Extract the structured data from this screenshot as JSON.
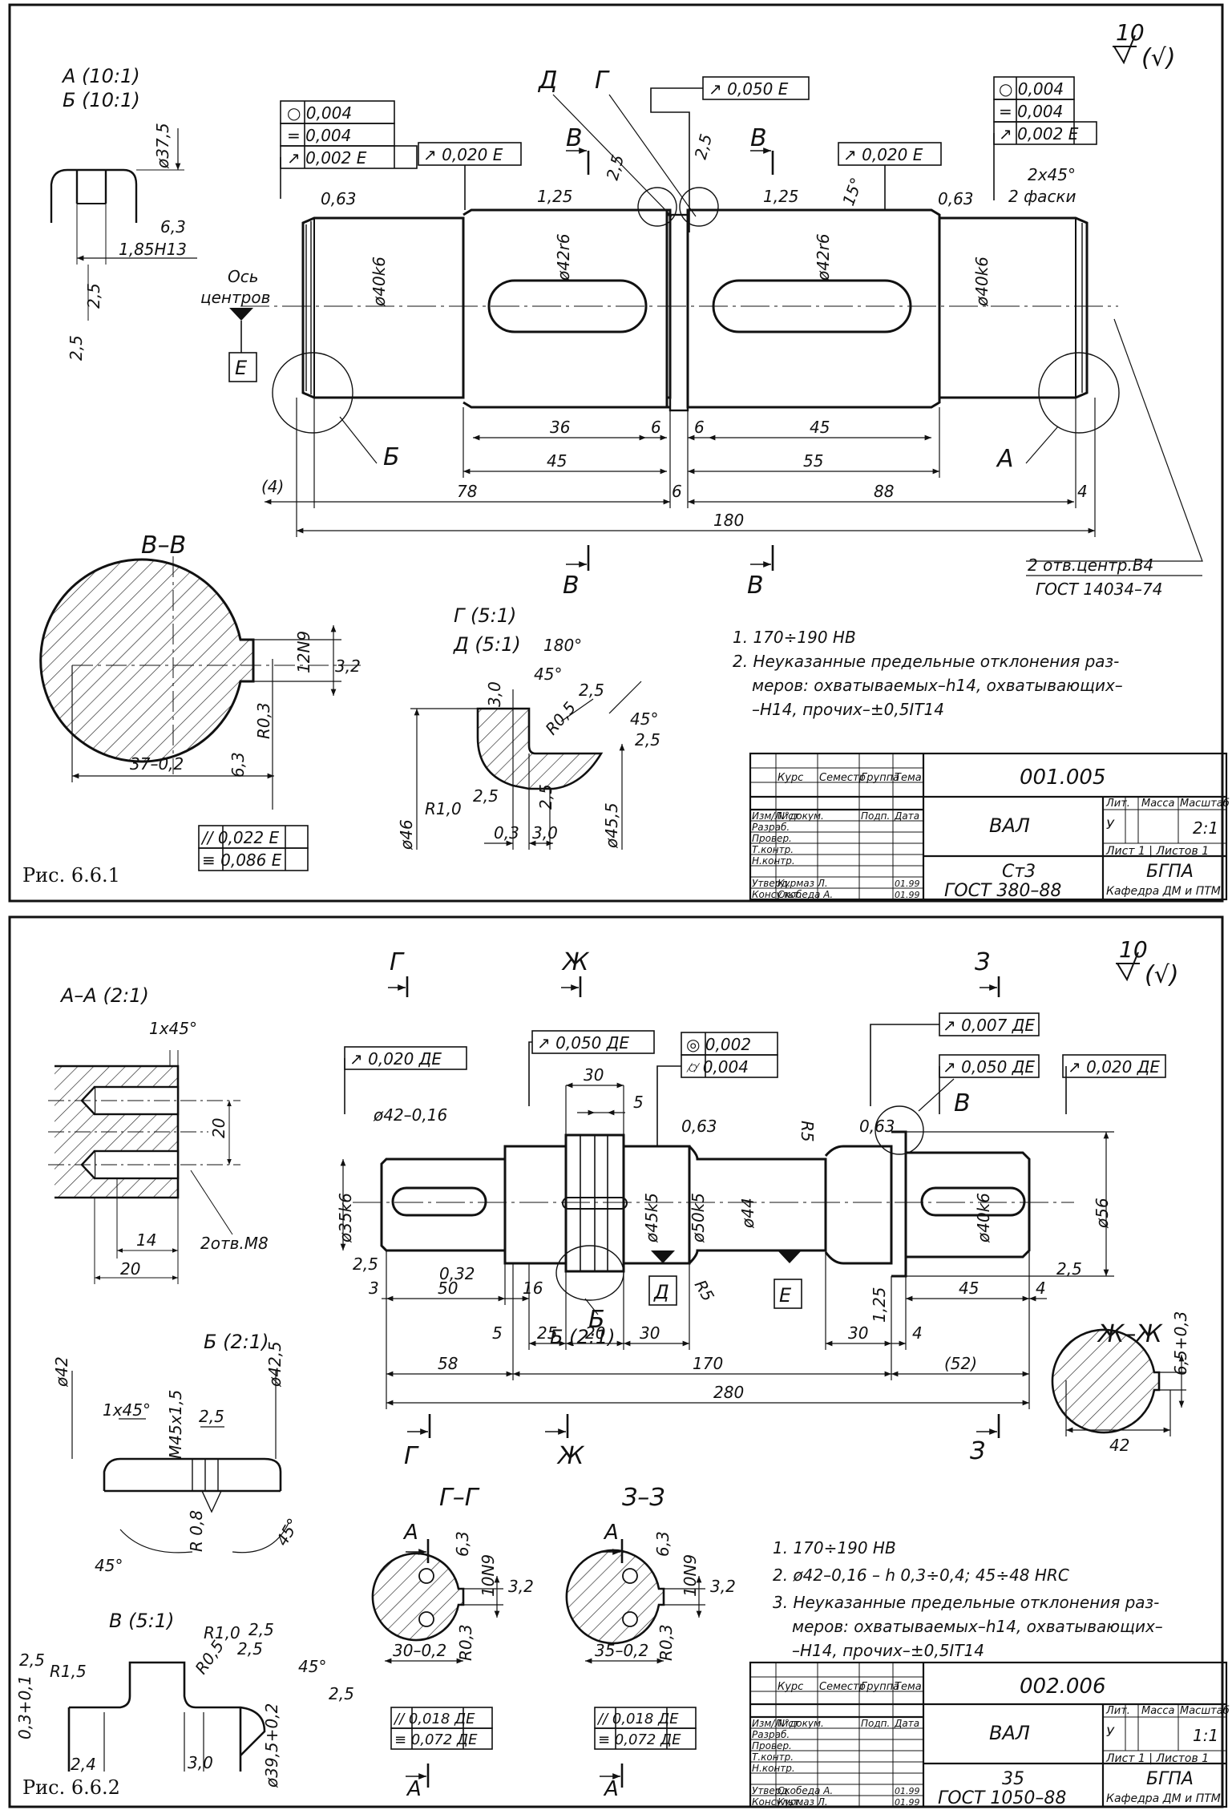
{
  "sheet1": {
    "fig_label": "Рис. 6.6.1",
    "roughness": "10",
    "roughness_suffix": "(√)",
    "detail_a": "А (10:1)",
    "detail_b": "Б (10:1)",
    "section_label": "В–В",
    "detail_g": "Г (5:1)",
    "detail_d": "Д (5:1)",
    "detail_d_rot": "180°",
    "cut_v": "В",
    "cut_d": "Д",
    "cut_g": "Г",
    "datum_e": "Е",
    "axis_label_1": "Ось",
    "axis_label_2": "центров",
    "tol_left": [
      "○ 0,004",
      "= 0,004",
      "↗ 0,002 Е"
    ],
    "tol_right": [
      "○ 0,004",
      "= 0,004",
      "↗ 0,002 Е"
    ],
    "tol_runout_l": "↗ 0,020 Е",
    "tol_runout_r": "↗ 0,020 Е",
    "tol_runout_top": "↗ 0,050 Е",
    "tol_section": [
      "// 0,022 Е",
      "≡ 0,086 Е"
    ],
    "diameters": [
      "ø40k6",
      "ø42r6",
      "ø42r6",
      "ø40k6"
    ],
    "rough_marks": [
      "0,63",
      "1,25",
      "1,25",
      "0,63"
    ],
    "chamfer": [
      "2x45°",
      "2 фаски"
    ],
    "angle_15": "15°",
    "dims": {
      "d36": "36",
      "d6a": "6",
      "d6b": "6",
      "d45a": "45",
      "d45b": "45",
      "d55": "55",
      "d4l": "(4)",
      "d78": "78",
      "d6c": "6",
      "d88": "88",
      "d4r": "4",
      "d180": "180"
    },
    "callout_a": "А",
    "callout_b": "Б",
    "center_holes": [
      "2 отв.центр.В4",
      "ГОСТ 14034–74"
    ],
    "det_a_dims": [
      "ø37,5",
      "6,3",
      "1,85Н13",
      "2,5",
      "2,5"
    ],
    "section_dims": [
      "12N9",
      "3,2",
      "R0,3",
      "6,3",
      "37–0,2"
    ],
    "det_g_dims": [
      "45°",
      "3,0",
      "R0,5",
      "2,5",
      "45°",
      "2,5",
      "R1,0",
      "2,5",
      "2,5",
      "ø46",
      "0,3",
      "3,0",
      "ø45,5"
    ],
    "notes": [
      "1. 170÷190 НВ",
      "2. Неуказанные предельные отклонения раз-",
      "меров: охватываемых–h14, охватывающих–",
      "–Н14, прочих–±0,5IT14"
    ],
    "title_block": {
      "header": [
        "Курс",
        "Семестр",
        "Группа",
        "Тема"
      ],
      "rows": [
        "Изм/Лист",
        "N°докум.",
        "Подп.",
        "Дата"
      ],
      "roles": [
        "Разраб.",
        "Провер.",
        "Т.контр.",
        "Н.контр.",
        "Утверд.",
        "Консульт."
      ],
      "people": [
        "Курмаз Л.",
        "Скобеда А."
      ],
      "dates": [
        "01.99",
        "01.99"
      ],
      "doc_no": "001.005",
      "name": "ВАЛ",
      "material_1": "Ст3",
      "material_2": "ГОСТ 380–88",
      "lit_head": [
        "Лит.",
        "Масса",
        "Масштаб"
      ],
      "letter": "У",
      "scale": "2:1",
      "sheets": "Лист 1 | Листов 1",
      "org_1": "БГПА",
      "org_2": "Кафедра ДМ и ПТМ"
    }
  },
  "sheet2": {
    "fig_label": "Рис. 6.6.2",
    "roughness": "10",
    "roughness_suffix": "(√)",
    "section_aa": "А–А (2:1)",
    "detail_b": "Б (2:1)",
    "detail_v": "В (5:1)",
    "section_gg": "Г–Г",
    "section_zz": "З–З",
    "section_jj": "Ж–Ж",
    "cut_g": "Г",
    "cut_j": "Ж",
    "cut_z": "З",
    "cut_a": "А",
    "callout_v": "В",
    "callout_b": "Б",
    "datum_d": "Д",
    "datum_e": "Е",
    "tol_runout_l": "↗ 0,020 ДЕ",
    "tol_runout_m": "↗ 0,050 ДЕ",
    "tol_coax": [
      "◎ 0,002",
      "⌭ 0,004"
    ],
    "tol_runout_top": "↗ 0,007 ДЕ",
    "tol_runout_r1": "↗ 0,050 ДЕ",
    "tol_runout_r2": "↗ 0,020 ДЕ",
    "tol_gg": [
      "// 0,018 ДЕ",
      "≡ 0,072 ДЕ"
    ],
    "tol_zz": [
      "// 0,018 ДЕ",
      "≡ 0,072 ДЕ"
    ],
    "diameters": [
      "ø35k6",
      "ø42–0,16",
      "ø45k5",
      "ø50k5",
      "ø44",
      "ø40k6",
      "ø56"
    ],
    "rough_marks": [
      "0,63",
      "0,63",
      "2,5",
      "0,32",
      "1,25",
      "2,5"
    ],
    "radii": [
      "R5",
      "R5"
    ],
    "dims": {
      "d30": "30",
      "d5": "5",
      "d3": "3",
      "d50": "50",
      "d16": "16",
      "d45": "45",
      "d4": "4",
      "d5b": "5",
      "d25": "25",
      "d20": "20",
      "d30b": "30",
      "d30c": "30",
      "d4b": "4",
      "d58": "58",
      "d170": "170",
      "d52": "(52)",
      "d280": "280"
    },
    "aa_dims": [
      "1x45°",
      "20",
      "14",
      "2отв.М8",
      "20"
    ],
    "b_dims": [
      "ø42",
      "1x45°",
      "М45x1,5",
      "2,5",
      "ø42,5",
      "45°",
      "R 0,8",
      "45°"
    ],
    "v_dims": [
      "2,5",
      "R1,5",
      "R1,0",
      "2,5",
      "R0,5",
      "2,5",
      "45°",
      "2,5",
      "0,3+0,1",
      "2,4",
      "3,0",
      "ø39,5+0,2"
    ],
    "jj_dims": [
      "6,5+0,3",
      "42"
    ],
    "gg_dims": [
      "6,3",
      "10N9",
      "3,2",
      "R0,3",
      "30–0,2"
    ],
    "zz_dims": [
      "6,3",
      "10N9",
      "3,2",
      "R0,3",
      "35–0,2"
    ],
    "notes": [
      "1. 170÷190 НВ",
      "2. ø42–0,16 – h 0,3÷0,4;  45÷48 HRC",
      "3. Неуказанные предельные отклонения раз-",
      "меров: охватываемых–h14, охватывающих–",
      "–Н14, прочих–±0,5IT14"
    ],
    "title_block": {
      "header": [
        "Курс",
        "Семестр",
        "Группа",
        "Тема"
      ],
      "rows": [
        "Изм/Лист",
        "N°докум.",
        "Подп.",
        "Дата"
      ],
      "roles": [
        "Разраб.",
        "Провер.",
        "Т.контр.",
        "Н.контр.",
        "Утверд.",
        "Консульт."
      ],
      "people": [
        "Скобеда А.",
        "Курмаз Л."
      ],
      "dates": [
        "01.99",
        "01.99"
      ],
      "doc_no": "002.006",
      "name": "ВАЛ",
      "material_1": "35",
      "material_2": "ГОСТ 1050–88",
      "lit_head": [
        "Лит.",
        "Масса",
        "Масштаб"
      ],
      "letter": "У",
      "scale": "1:1",
      "sheets": "Лист 1 | Листов 1",
      "org_1": "БГПА",
      "org_2": "Кафедра ДМ и ПТМ"
    }
  }
}
